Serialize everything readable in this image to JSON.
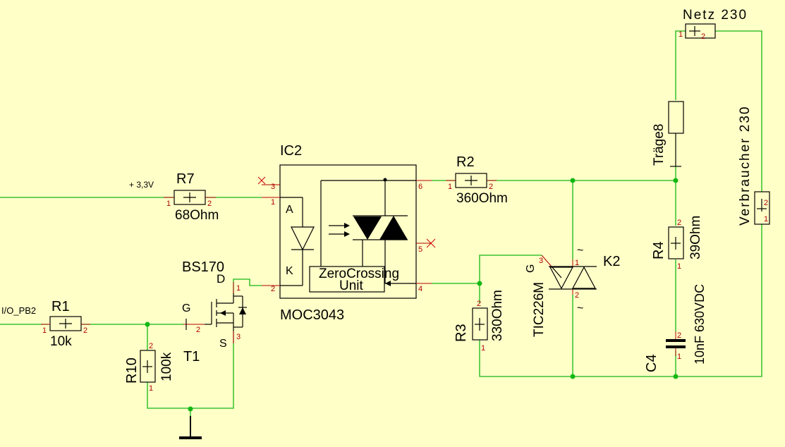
{
  "labels": {
    "ic2": "IC2",
    "moc": "MOC3043",
    "zc1": "ZeroCrossing",
    "zc2": "Unit",
    "pin_a": "A",
    "pin_k": "K",
    "r7": "R7",
    "r7_val": "68Ohm",
    "v33": "+ 3,3V",
    "r1": "R1",
    "r1_val": "10k",
    "io": "I/O_PB2",
    "r10": "R10",
    "r10_val": "100k",
    "bs170": "BS170",
    "t1": "T1",
    "d": "D",
    "g": "G",
    "s": "S",
    "r2": "R2",
    "r2_val": "360Ohm",
    "r3": "R3",
    "r3_val": "330Ohm",
    "r4": "R4",
    "r4_val": "39Ohm",
    "c4": "C4",
    "c4_val": "10nF 630VDC",
    "k2": "K2",
    "tic": "TIC226M",
    "tic_g": "G",
    "tilde_top": "~",
    "tilde_bot": "~",
    "netz": "Netz 230",
    "verbraucher": "Verbraucher 230",
    "trage": "Träge8"
  },
  "pins": {
    "p1": "1",
    "p2": "2",
    "p3": "3",
    "p4": "4",
    "p5": "5",
    "p6": "6"
  }
}
